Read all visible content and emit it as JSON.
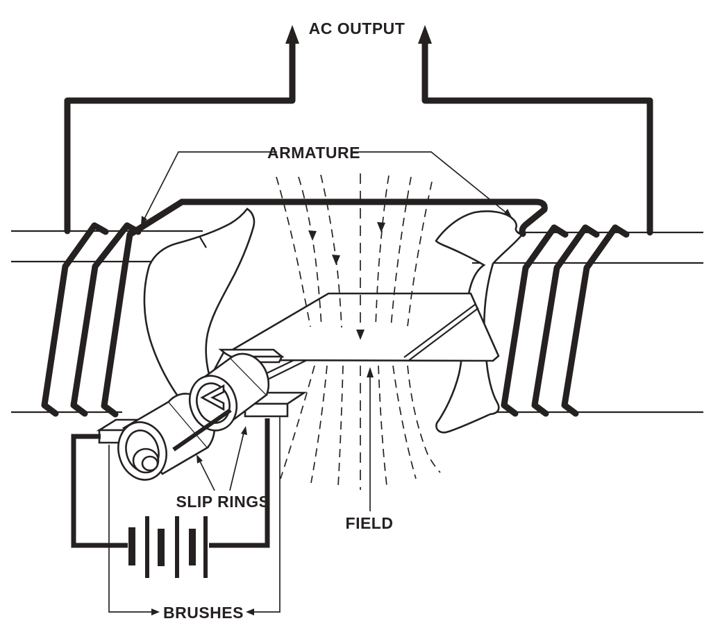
{
  "figure": {
    "title": "Simple AC generator diagram",
    "background_color": "#ffffff",
    "ink_color": "#242120",
    "labels": {
      "ac_output": "AC OUTPUT",
      "armature": "ARMATURE",
      "slip_rings": "SLIP RINGS",
      "field": "FIELD",
      "brushes": "BRUSHES"
    },
    "components": {
      "output_arrows": 2,
      "armature_winding_turns_per_side": 3,
      "slip_ring_count": 2,
      "brush_count": 2,
      "battery_cells": 3,
      "field_flux_lines": 7
    }
  }
}
